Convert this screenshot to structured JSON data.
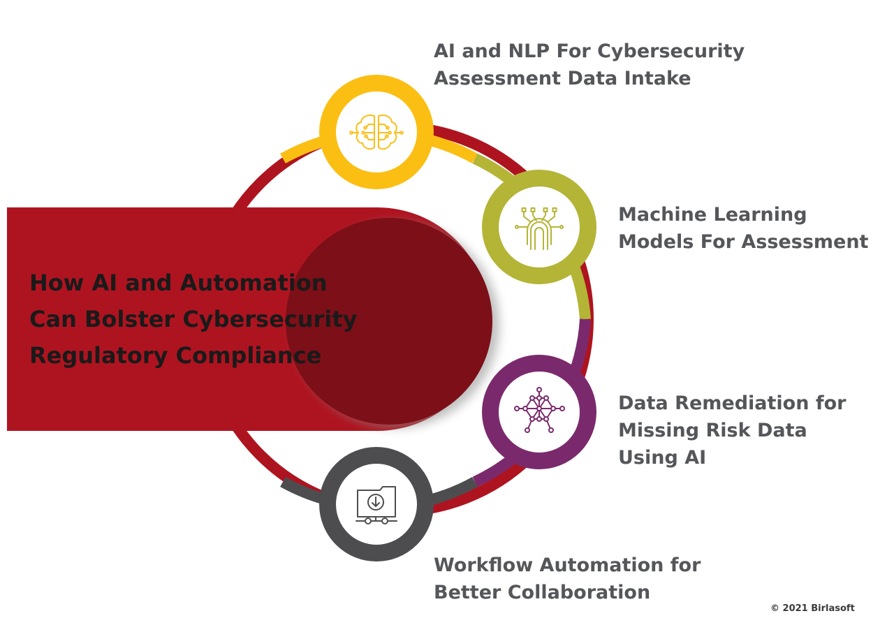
{
  "title": {
    "lines": [
      "How AI and Automation",
      "Can Bolster Cybersecurity",
      "Regulatory Compliance"
    ]
  },
  "nodes": [
    {
      "label_lines": [
        "AI and NLP For Cybersecurity",
        "Assessment Data Intake"
      ],
      "icon": "ai-brain-circuit-icon",
      "color": "#fbbf14"
    },
    {
      "label_lines": [
        "Machine Learning",
        "Models For Assessment"
      ],
      "icon": "fingerprint-circuit-icon",
      "color": "#b4b436"
    },
    {
      "label_lines": [
        "Data Remediation for",
        "Missing Risk Data",
        "Using AI"
      ],
      "icon": "neural-network-icon",
      "color": "#7a2a6c"
    },
    {
      "label_lines": [
        "Workflow Automation for",
        "Better Collaboration"
      ],
      "icon": "folder-download-workflow-icon",
      "color": "#4d4d4f"
    }
  ],
  "colors": {
    "banner": "#ae1420",
    "banner_circle": "#7c0f17",
    "ring_red": "#ae1420"
  },
  "copyright": "© 2021 Birlasoft"
}
